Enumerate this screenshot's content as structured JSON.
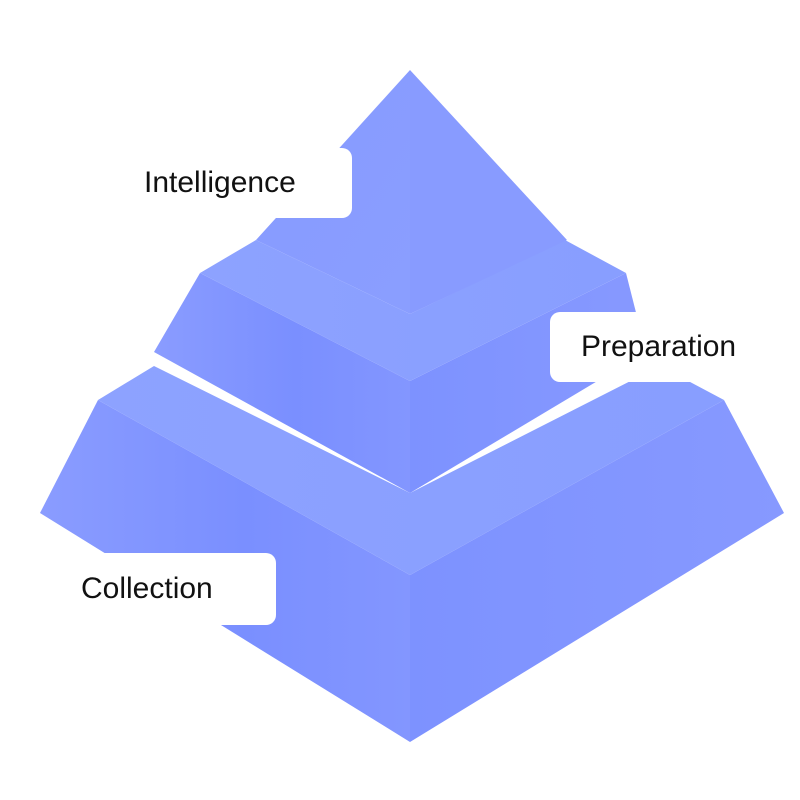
{
  "diagram": {
    "type": "layered-pyramid",
    "colors": {
      "face_light": "#8a9dff",
      "face_mid": "#7f94ff",
      "face_dark": "#768cff",
      "top_band": "#8aa0ff",
      "label_background": "#ffffff",
      "label_text": "#111111"
    },
    "layers": [
      {
        "label": "Intelligence"
      },
      {
        "label": "Preparation"
      },
      {
        "label": "Collection"
      }
    ]
  }
}
